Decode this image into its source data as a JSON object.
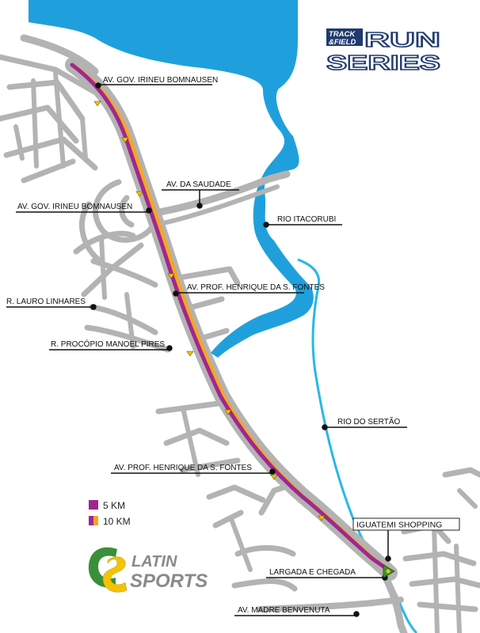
{
  "map": {
    "labels": [
      {
        "id": "gov1",
        "text": "AV. GOV. IRINEU BOMNAUSEN"
      },
      {
        "id": "saudade",
        "text": "AV. DA SAUDADE"
      },
      {
        "id": "gov2",
        "text": "AV. GOV. IRINEU BOMNAUSEN"
      },
      {
        "id": "itacorubi",
        "text": "RIO ITACORUBI"
      },
      {
        "id": "fontes1",
        "text": "AV. PROF. HENRIQUE DA S. FONTES"
      },
      {
        "id": "lauro",
        "text": "R. LAURO LINHARES"
      },
      {
        "id": "procopio",
        "text": "R. PROCÓPIO MANOEL PIRES"
      },
      {
        "id": "sertao",
        "text": "RIO DO SERTÃO"
      },
      {
        "id": "fontes2",
        "text": "AV. PROF. HENRIQUE DA S. FONTES"
      },
      {
        "id": "iguatemi",
        "text": "IGUATEMI SHOPPING"
      },
      {
        "id": "largada",
        "text": "LARGADA E CHEGADA"
      },
      {
        "id": "madre",
        "text": "AV. MADRE BENVENUTA"
      }
    ],
    "legend": [
      {
        "id": "5km",
        "label": "5 KM",
        "color": "#a0278f",
        "color2": "#a0278f"
      },
      {
        "id": "10km",
        "label": "10 KM",
        "color": "#a0278f",
        "color2": "#f5a623"
      }
    ],
    "colors": {
      "water": "#1fa0dc",
      "river_thin": "#29b7e8",
      "streets": "#b3b3b3",
      "route_5k": "#a0278f",
      "route_10k": "#f5a623",
      "arrow_marker": "#f2c400",
      "navy": "#1f3a6e",
      "green": "#3a8f3a"
    }
  },
  "logos": {
    "track_field_top": "TRACK",
    "track_field_bottom": "&FIELD",
    "run": "RUN",
    "series": "SERIES",
    "latin": "LATIN",
    "sports": "SPORTS"
  }
}
